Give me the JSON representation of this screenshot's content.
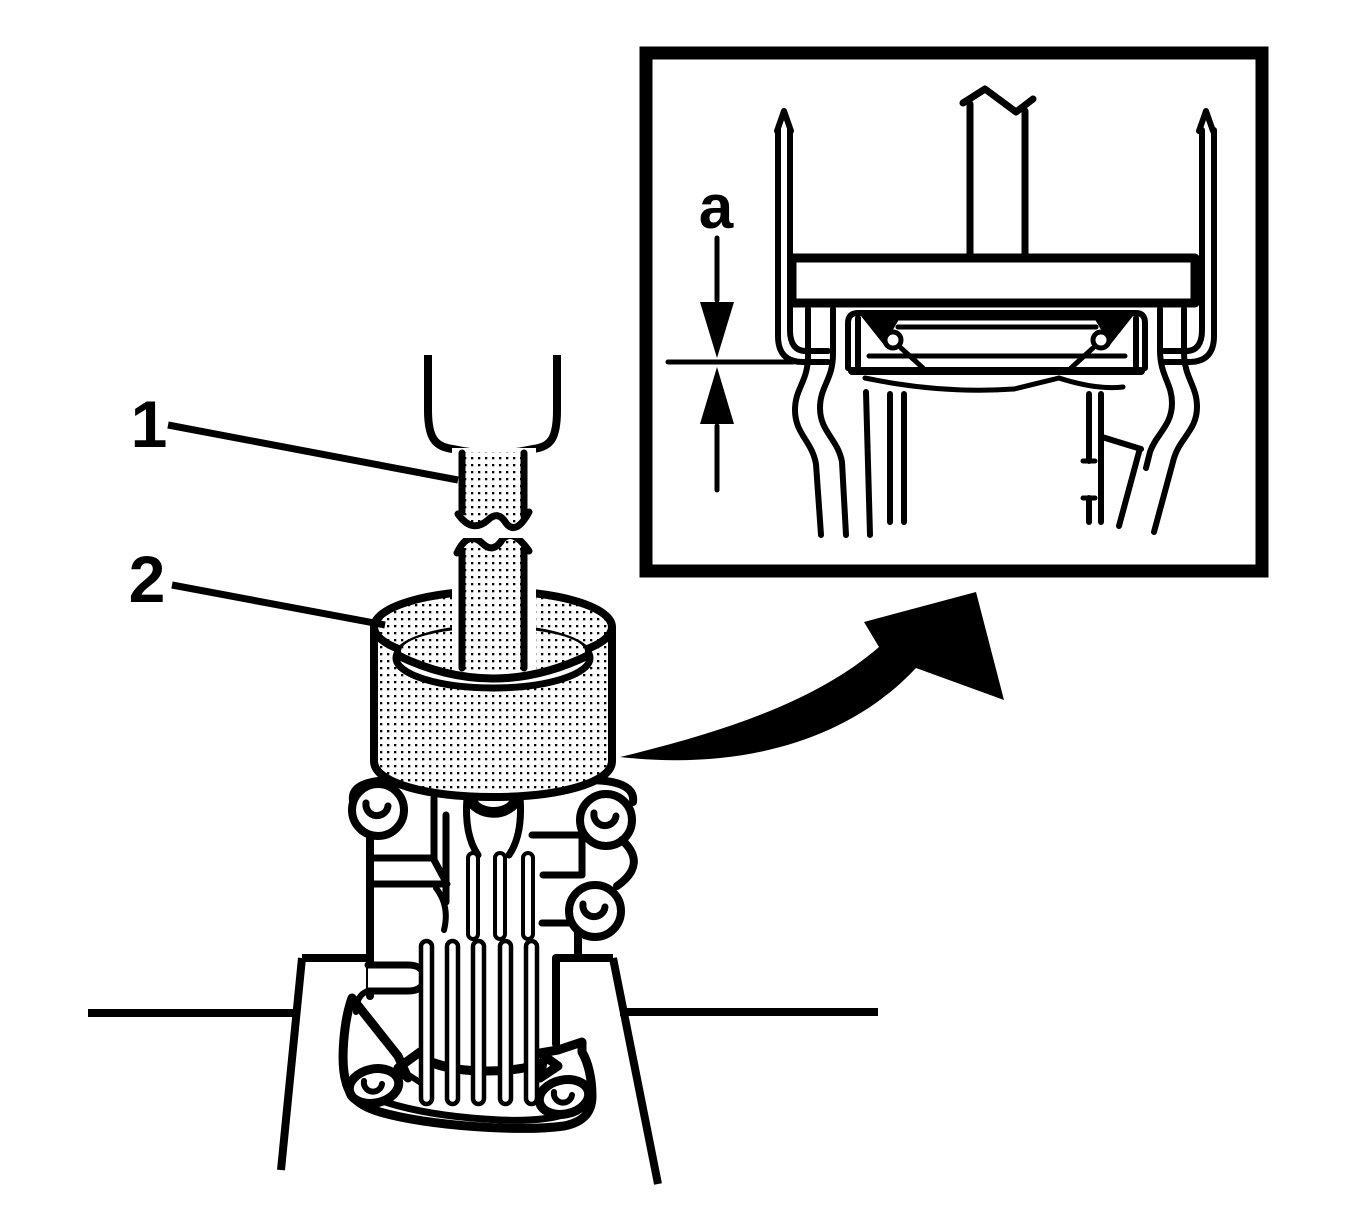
{
  "figure": {
    "background": "#ffffff",
    "stroke_color": "#000000",
    "callouts": {
      "one": "1",
      "two": "2"
    },
    "inset": {
      "dimension_label": "a"
    }
  }
}
